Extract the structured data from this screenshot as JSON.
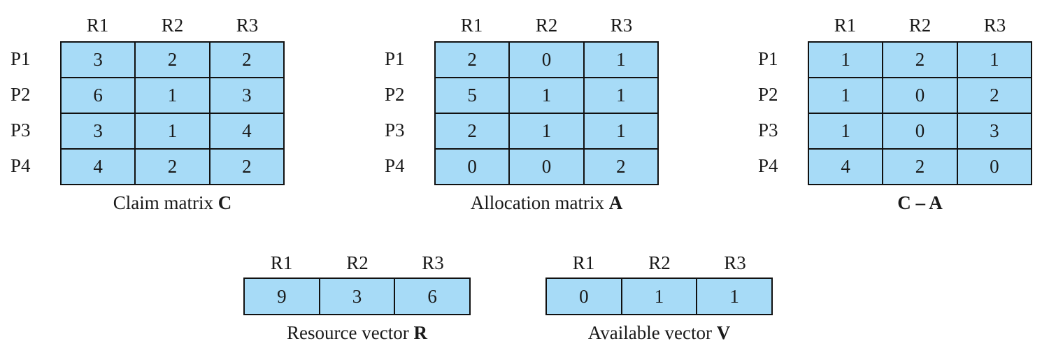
{
  "column_labels": [
    "R1",
    "R2",
    "R3"
  ],
  "row_labels": [
    "P1",
    "P2",
    "P3",
    "P4"
  ],
  "claim_matrix": {
    "caption_text": "Claim matrix ",
    "caption_symbol": "C",
    "rows": [
      [
        "3",
        "2",
        "2"
      ],
      [
        "6",
        "1",
        "3"
      ],
      [
        "3",
        "1",
        "4"
      ],
      [
        "4",
        "2",
        "2"
      ]
    ]
  },
  "allocation_matrix": {
    "caption_text": "Allocation matrix ",
    "caption_symbol": "A",
    "rows": [
      [
        "2",
        "0",
        "1"
      ],
      [
        "5",
        "1",
        "1"
      ],
      [
        "2",
        "1",
        "1"
      ],
      [
        "0",
        "0",
        "2"
      ]
    ]
  },
  "difference_matrix": {
    "caption_symbol": "C – A",
    "rows": [
      [
        "1",
        "2",
        "1"
      ],
      [
        "1",
        "0",
        "2"
      ],
      [
        "1",
        "0",
        "3"
      ],
      [
        "4",
        "2",
        "0"
      ]
    ]
  },
  "resource_vector": {
    "caption_text": "Resource vector ",
    "caption_symbol": "R",
    "values": [
      "9",
      "3",
      "6"
    ]
  },
  "available_vector": {
    "caption_text": "Available vector ",
    "caption_symbol": "V",
    "values": [
      "0",
      "1",
      "1"
    ]
  },
  "colors": {
    "cell_fill": "#a7dbf7",
    "border": "#111111"
  }
}
